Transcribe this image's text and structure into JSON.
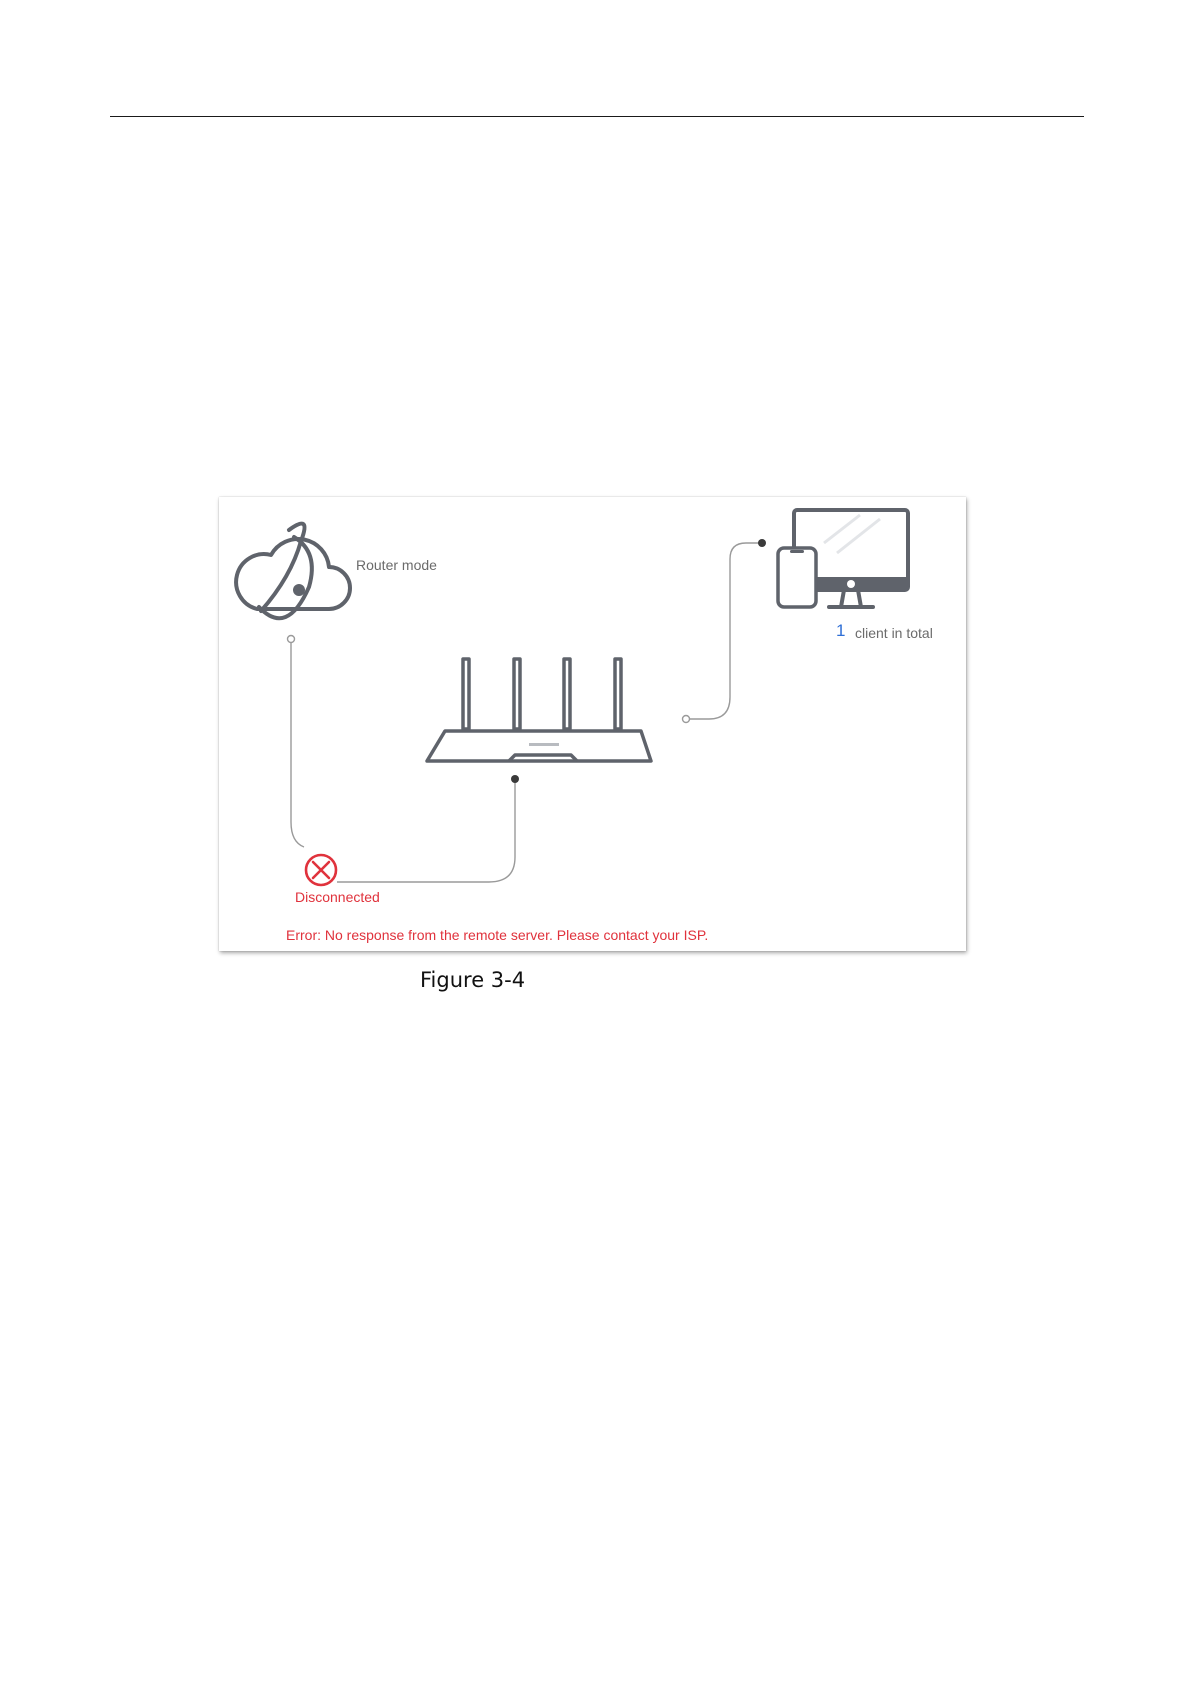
{
  "diagram": {
    "mode_label": "Router mode",
    "client_count": "1",
    "client_label": "client in total",
    "status": "Disconnected",
    "error": "Error: No response from the remote server. Please contact your ISP.",
    "icons": [
      "cloud-globe-icon",
      "router-icon",
      "phone-icon",
      "monitor-icon",
      "disconnected-icon"
    ],
    "colors": {
      "icon": "#5f636b",
      "error": "#e0323c",
      "count": "#2f6fd6",
      "line": "#9a9a9a"
    }
  },
  "caption": "Figure 3-4"
}
